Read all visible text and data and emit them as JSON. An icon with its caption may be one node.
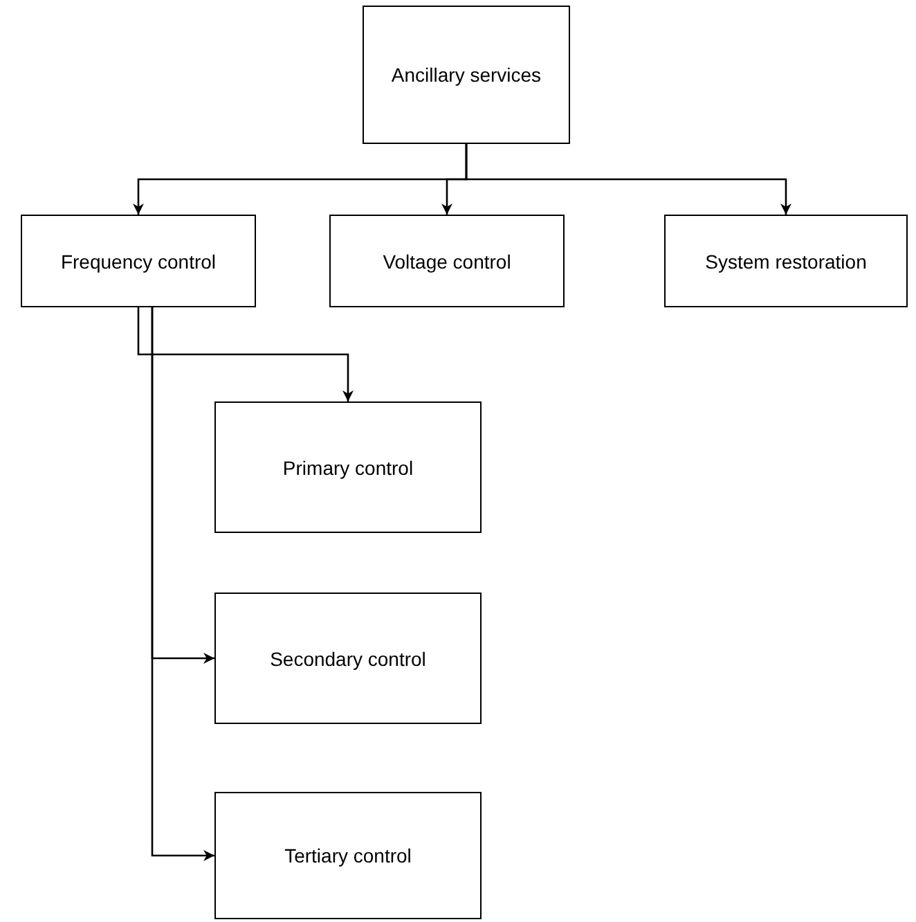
{
  "diagram": {
    "nodes": [
      {
        "text": [
          "Ancillary services"
        ]
      },
      {
        "text": [
          "Frequency control"
        ]
      },
      {
        "text": [
          "Voltage control"
        ]
      },
      {
        "text": [
          "System restoration"
        ]
      },
      {
        "text": [
          "Primary control"
        ]
      },
      {
        "text": [
          "Secondary control"
        ]
      },
      {
        "text": [
          "Tertiary control"
        ]
      }
    ],
    "edges": [
      {
        "from": 0,
        "to": 1,
        "arrow": "to"
      },
      {
        "from": 0,
        "to": 2,
        "arrow": "to"
      },
      {
        "from": 0,
        "to": 3,
        "arrow": "to"
      },
      {
        "from": 1,
        "to": 4,
        "arrow": "to"
      },
      {
        "from": 1,
        "to": 5,
        "arrow": "to"
      },
      {
        "from": 1,
        "to": 6,
        "arrow": "to"
      }
    ]
  }
}
